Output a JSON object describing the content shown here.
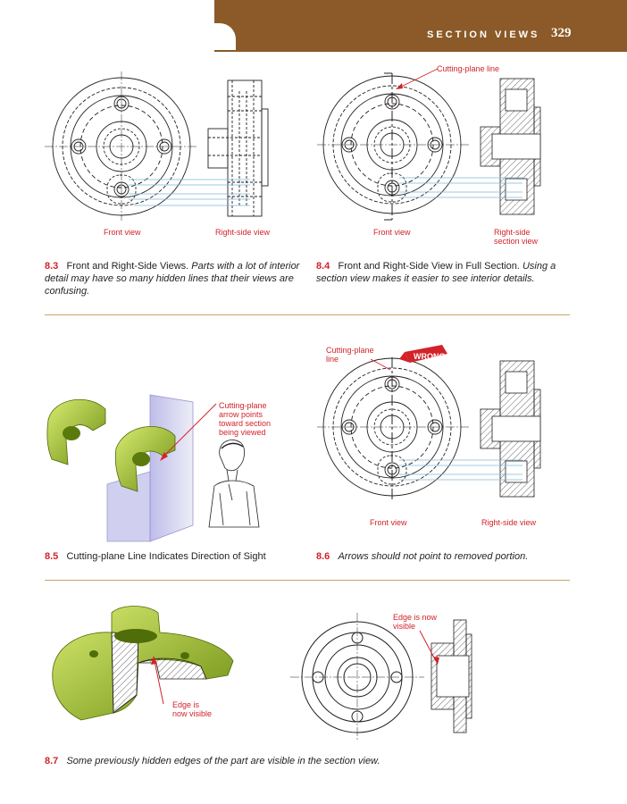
{
  "header": {
    "running_head": "SECTION VIEWS",
    "page_number": "329"
  },
  "colors": {
    "header_band": "#8b5a28",
    "label_red": "#d2232a",
    "rule": "#c9a46a",
    "part_green": "#b5d334"
  },
  "fig_8_3": {
    "labels": {
      "front_view": "Front view",
      "right_view": "Right-side view"
    },
    "caption": {
      "number": "8.3",
      "title": "Front and Right-Side Views.",
      "description": "Parts with a lot of interior detail may have so many hidden lines that their views are confusing."
    }
  },
  "fig_8_4": {
    "labels": {
      "cutting_plane": "Cutting-plane line",
      "front_view": "Front view",
      "section_view_1": "Right-side",
      "section_view_2": "section view"
    },
    "caption": {
      "number": "8.4",
      "title": "Front and Right-Side View in Full Section.",
      "description": "Using a section view makes it easier to see interior details."
    }
  },
  "fig_8_5": {
    "labels": {
      "arrow_1": "Cutting-plane",
      "arrow_2": "arrow points",
      "arrow_3": "toward section",
      "arrow_4": "being viewed"
    },
    "caption": {
      "number": "8.5",
      "title": "Cutting-plane Line Indicates Direction of Sight"
    }
  },
  "fig_8_6": {
    "labels": {
      "cutting_plane_1": "Cutting-plane",
      "cutting_plane_2": "line",
      "wrong": "WRONG",
      "front_view": "Front view",
      "right_view": "Right-side view"
    },
    "caption": {
      "number": "8.6",
      "description": "Arrows should not point to removed portion."
    }
  },
  "fig_8_7": {
    "labels": {
      "edge_a_1": "Edge is",
      "edge_a_2": "now visible",
      "edge_b_1": "Edge is now",
      "edge_b_2": "visible"
    },
    "caption": {
      "number": "8.7",
      "description": "Some previously hidden edges of the part are visible in the section view."
    }
  }
}
